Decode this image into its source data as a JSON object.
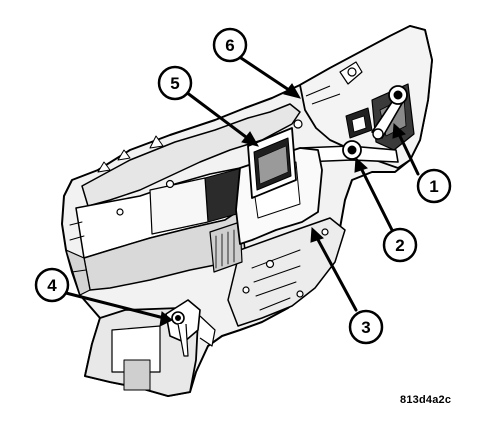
{
  "figure_id": "813d4a2c",
  "callouts": [
    {
      "number": "1"
    },
    {
      "number": "2"
    },
    {
      "number": "3"
    },
    {
      "number": "4"
    },
    {
      "number": "5"
    },
    {
      "number": "6"
    }
  ]
}
